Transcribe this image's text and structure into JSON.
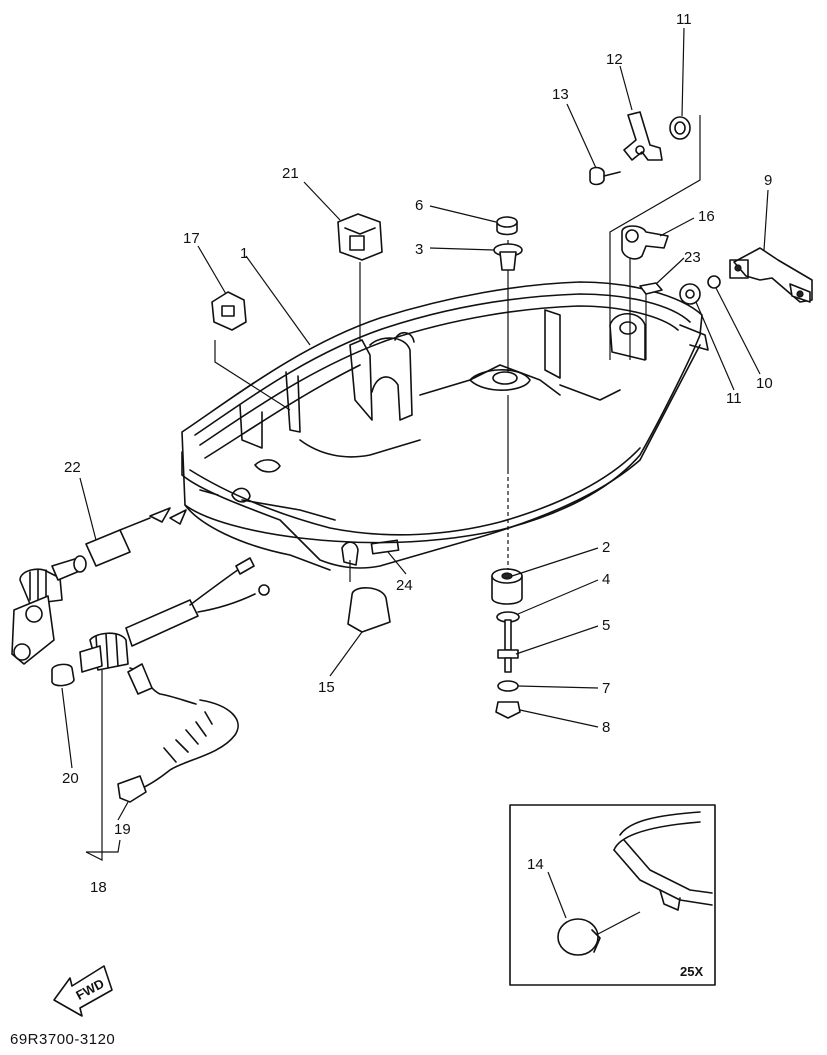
{
  "diagram": {
    "drawing_code": "69R3700-3120",
    "fwd_label": "FWD",
    "detail_label": "25X",
    "callouts": [
      {
        "id": "1",
        "label": "1"
      },
      {
        "id": "2",
        "label": "2"
      },
      {
        "id": "3",
        "label": "3"
      },
      {
        "id": "4",
        "label": "4"
      },
      {
        "id": "5",
        "label": "5"
      },
      {
        "id": "6",
        "label": "6"
      },
      {
        "id": "7",
        "label": "7"
      },
      {
        "id": "8",
        "label": "8"
      },
      {
        "id": "9",
        "label": "9"
      },
      {
        "id": "10",
        "label": "10"
      },
      {
        "id": "11a",
        "label": "11"
      },
      {
        "id": "11b",
        "label": "11"
      },
      {
        "id": "12",
        "label": "12"
      },
      {
        "id": "13",
        "label": "13"
      },
      {
        "id": "14",
        "label": "14"
      },
      {
        "id": "15",
        "label": "15"
      },
      {
        "id": "16",
        "label": "16"
      },
      {
        "id": "17",
        "label": "17"
      },
      {
        "id": "18",
        "label": "18"
      },
      {
        "id": "19",
        "label": "19"
      },
      {
        "id": "20",
        "label": "20"
      },
      {
        "id": "21",
        "label": "21"
      },
      {
        "id": "22",
        "label": "22"
      },
      {
        "id": "23",
        "label": "23"
      },
      {
        "id": "24",
        "label": "24"
      }
    ]
  }
}
